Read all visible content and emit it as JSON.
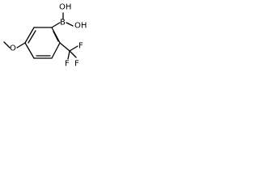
{
  "molecule": {
    "labels": {
      "boronic_oh_left": "OH",
      "boronic_oh_right": "OH",
      "boron": "B",
      "methoxy_oxygen": "O",
      "fluorine_top": "F",
      "fluorine_left": "F",
      "fluorine_right": "F"
    }
  }
}
